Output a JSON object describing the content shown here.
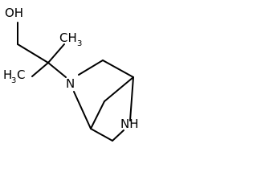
{
  "molecule": {
    "atoms": {
      "oh": "OH",
      "ch3_top_c": "CH",
      "ch3_top_sub": "3",
      "ch3_left_h": "H",
      "ch3_left_sub": "3",
      "ch3_left_c": "C",
      "n_tertiary": "N",
      "n_secondary": "NH"
    }
  }
}
